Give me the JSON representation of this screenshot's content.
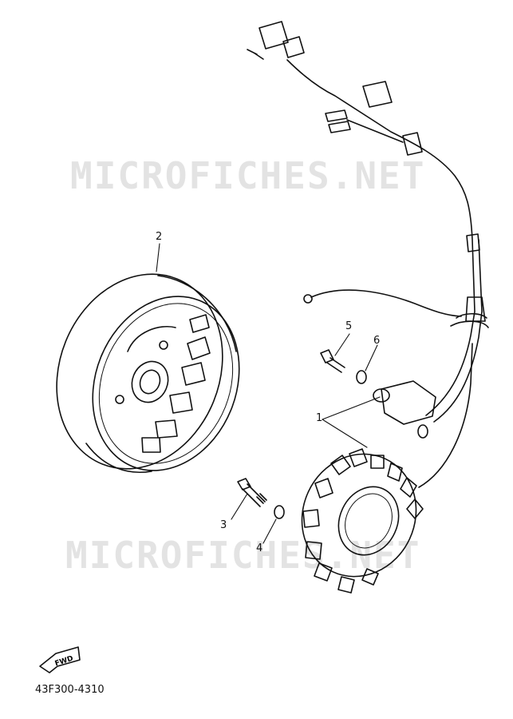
{
  "watermark": {
    "text": "MICROFICHES.NET"
  },
  "callouts": {
    "c1": "1",
    "c2": "2",
    "c3": "3",
    "c4": "4",
    "c5": "5",
    "c6": "6"
  },
  "fwd_badge": {
    "label": "FWD"
  },
  "part_code": "43F300-4310",
  "colors": {
    "line": "#111111",
    "watermark": "#e3e3e3",
    "background": "#ffffff"
  }
}
